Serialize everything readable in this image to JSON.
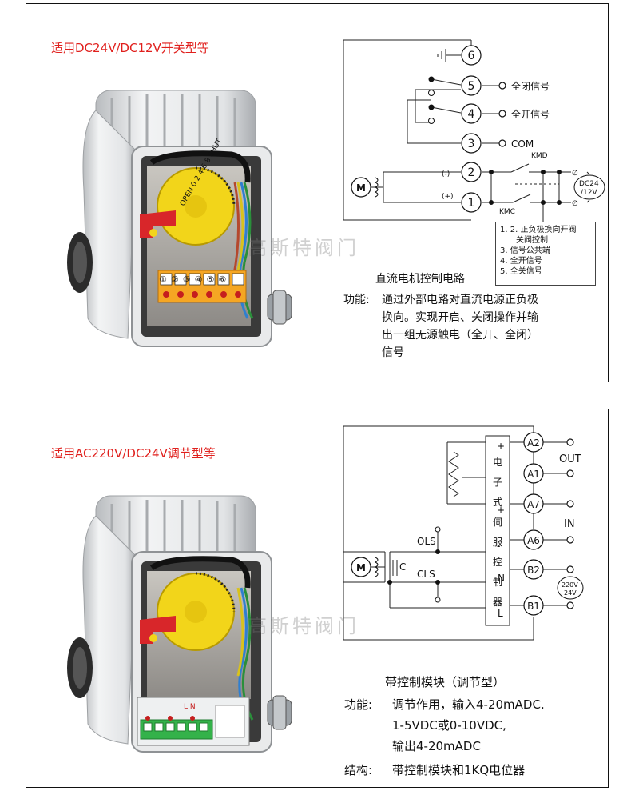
{
  "top": {
    "heading": "适用DC24V/DC12V开关型等",
    "terminals": [
      "6",
      "5",
      "4",
      "3",
      "2",
      "1"
    ],
    "signals": {
      "close": "全闭信号",
      "open": "全开信号",
      "com": "COM"
    },
    "motor": "M",
    "kmd": "KMD",
    "kmc": "KMC",
    "minus": "(-)",
    "plus": "(+)",
    "supply_top": "DC24",
    "supply_bottom": "/12V",
    "legend": [
      "1. 2. 正负极换向开阀",
      "关阀控制",
      "3. 信号公共端",
      "4. 全开信号",
      "5. 全关信号"
    ],
    "circuit_title": "直流电机控制电路",
    "function_label": "功能:",
    "function_lines": [
      "通过外部电路对直流电源正负极",
      "换向。实现开启、关闭操作并输",
      "出一组无源触电（全开、全闭）",
      "信号"
    ],
    "terminal_strip": [
      "①",
      "②",
      "③",
      "④",
      "⑤",
      "⑥"
    ],
    "dial_text": "OPEN 0 2 4 6 8 SHUT"
  },
  "bottom": {
    "heading": "适用AC220V/DC24V调节型等",
    "terminals": [
      "A2",
      "A1",
      "A7",
      "A6",
      "B2",
      "B1"
    ],
    "module_chars": [
      "电",
      "子",
      "式",
      "伺",
      "服",
      "控",
      "制",
      "器"
    ],
    "out": "OUT",
    "in": "IN",
    "ols": "OLS",
    "cls": "CLS",
    "cap_label": "C",
    "motor": "M",
    "n": "N",
    "l": "L",
    "plus": "+",
    "minus": "-",
    "supply_top": "220V",
    "supply_bottom": "24V",
    "module_title": "带控制模块（调节型）",
    "function_label": "功能:",
    "function_lines": [
      "调节作用，输入4-20mADC.",
      "1-5VDC或0-10VDC,",
      "输出4-20mADC"
    ],
    "structure_label": "结构:",
    "structure_text": "带控制模块和1KQ电位器",
    "board_labels": "L N"
  },
  "watermark": "高斯特阀门",
  "colors": {
    "heading_red": "#e0201d",
    "dial_yellow": "#f2d51a",
    "handle_red": "#d8262a",
    "terminal_orange": "#f5a623",
    "module_green": "#34b24a"
  }
}
